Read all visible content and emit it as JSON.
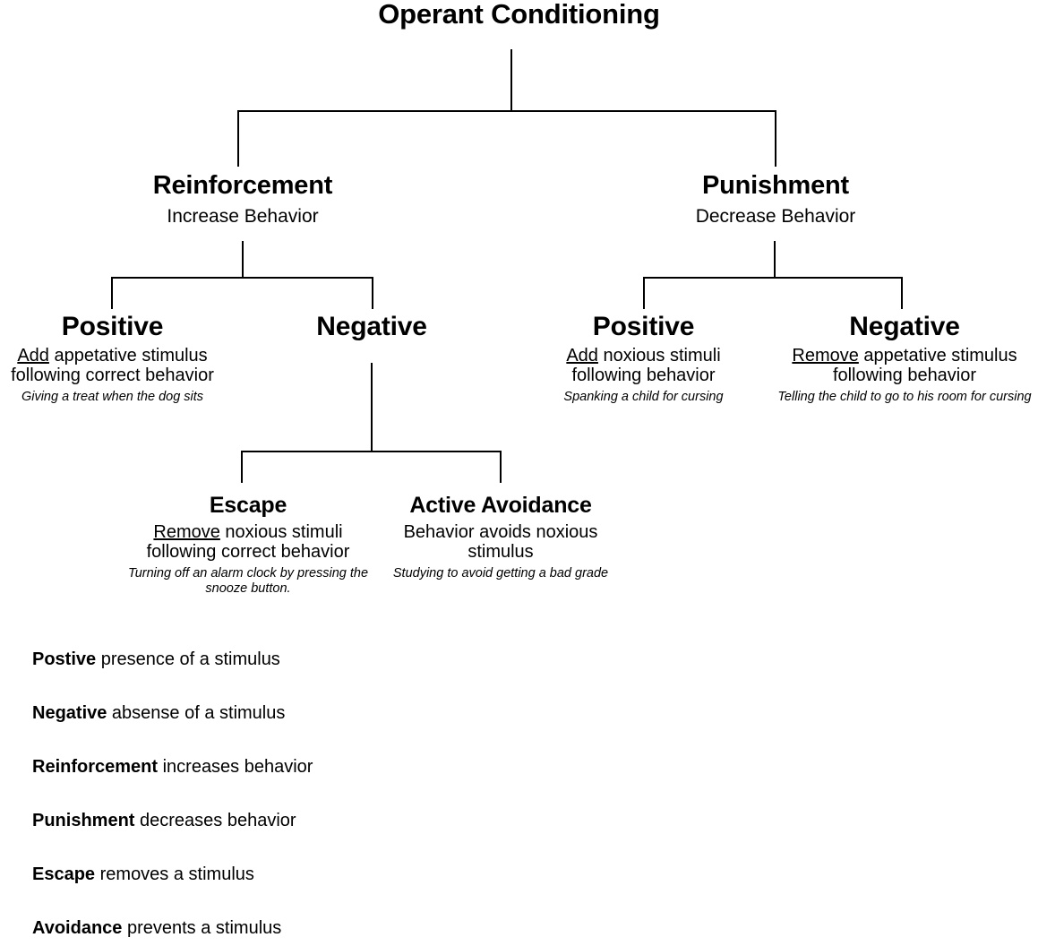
{
  "diagram": {
    "title": "Operant Conditioning",
    "root": {
      "label": "Operant Conditioning"
    },
    "level2": [
      {
        "title": "Reinforcement",
        "desc": "Increase Behavior"
      },
      {
        "title": "Punishment",
        "desc": "Decrease Behavior"
      }
    ],
    "level3": [
      {
        "title": "Positive",
        "desc_underlined": "Add",
        "desc_rest": " appetative stimulus",
        "desc_line2": "following correct behavior",
        "example": "Giving a treat when the dog sits",
        "parent": "Reinforcement"
      },
      {
        "title": "Negative",
        "desc_underlined": "",
        "desc_rest": "",
        "desc_line2": "",
        "example": "",
        "parent": "Reinforcement"
      },
      {
        "title": "Positive",
        "desc_underlined": "Add",
        "desc_rest": " noxious stimuli",
        "desc_line2": "following behavior",
        "example": "Spanking a child for cursing",
        "parent": "Punishment"
      },
      {
        "title": "Negative",
        "desc_underlined": "Remove",
        "desc_rest": " appetative stimulus",
        "desc_line2": "following behavior",
        "example": "Telling the child to go to his room for cursing",
        "parent": "Punishment"
      }
    ],
    "level4": [
      {
        "title": "Escape",
        "desc_underlined": "Remove",
        "desc_rest": " noxious stimuli",
        "desc_line2": "following correct behavior",
        "example": "Turning off an alarm clock by pressing the snooze button.",
        "parent": "Negative Reinforcement"
      },
      {
        "title": "Active Avoidance",
        "desc_underlined": "",
        "desc_rest": "Behavior avoids noxious",
        "desc_line2": "stimulus",
        "example": "Studying to avoid getting a bad grade",
        "parent": "Negative Reinforcement"
      }
    ]
  },
  "glossary": [
    {
      "term": "Postive",
      "def": " presence of a stimulus"
    },
    {
      "term": "Negative",
      "def": " absense of a stimulus"
    },
    {
      "term": "Reinforcement",
      "def": " increases behavior"
    },
    {
      "term": "Punishment",
      "def": " decreases behavior"
    },
    {
      "term": "Escape",
      "def": " removes a stimulus"
    },
    {
      "term": "Avoidance",
      "def": " prevents a stimulus"
    }
  ],
  "colors": {
    "line": "#000000",
    "text": "#000000",
    "background": "#ffffff"
  }
}
